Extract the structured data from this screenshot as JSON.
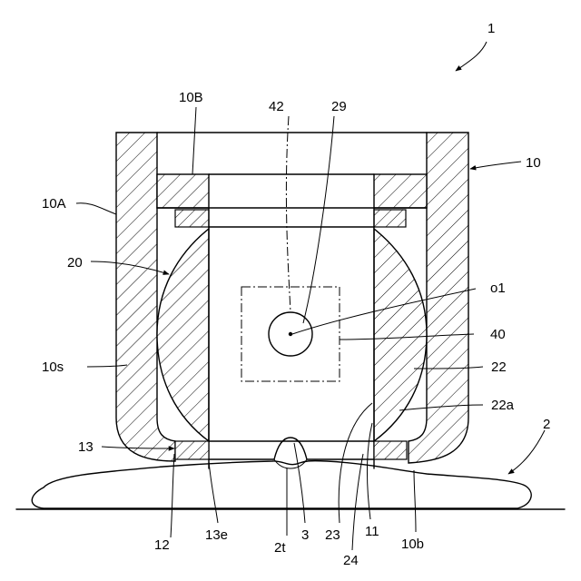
{
  "figure": {
    "ref_1": "1",
    "labels": {
      "l10B": "10B",
      "l42": "42",
      "l29": "29",
      "l10": "10",
      "l10A": "10A",
      "l20": "20",
      "lo1": "o1",
      "l40": "40",
      "l10s": "10s",
      "l22": "22",
      "l22a": "22a",
      "l2": "2",
      "l13": "13",
      "l12": "12",
      "l13e": "13e",
      "l3": "3",
      "l2t": "2t",
      "l23": "23",
      "l11": "11",
      "l24": "24",
      "l10b": "10b"
    }
  }
}
